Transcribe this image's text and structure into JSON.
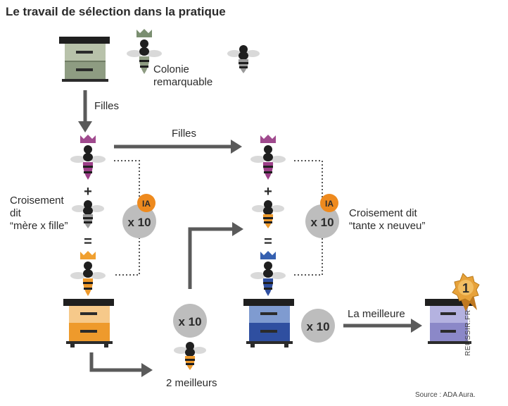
{
  "title": "Le travail de sélection dans la pratique",
  "labels": {
    "colonie": [
      "Colonie",
      "remarquable"
    ],
    "filles_left": "Filles",
    "filles_top": "Filles",
    "croisement_left": [
      "Croisement",
      "dit",
      "“mère x fille”"
    ],
    "croisement_right": [
      "Croisement dit",
      "“tante x neuveu”"
    ],
    "deux_meilleurs": "2 meilleurs",
    "la_meilleure": "La meilleure"
  },
  "badges": {
    "ia": "IA",
    "x10": "x 10"
  },
  "operators": {
    "plus": "+",
    "equals": "="
  },
  "rank": "1",
  "source": "Source : ADA Aura.",
  "credit": "REUSSIR.FR",
  "colors": {
    "arrow": "#5a5a5a",
    "circle": "#bdbdbd",
    "ia": "#ee8a1e",
    "hive_green": "#8e9c82",
    "hive_orange": "#ee9a2c",
    "hive_blue": "#2f4fa0",
    "hive_lavender": "#8b88c8",
    "crown_green": "#7a8e70",
    "crown_purple": "#a04a8e",
    "crown_orange": "#f0a030",
    "crown_blue": "#3560b0",
    "medal": "#e7a23a"
  }
}
